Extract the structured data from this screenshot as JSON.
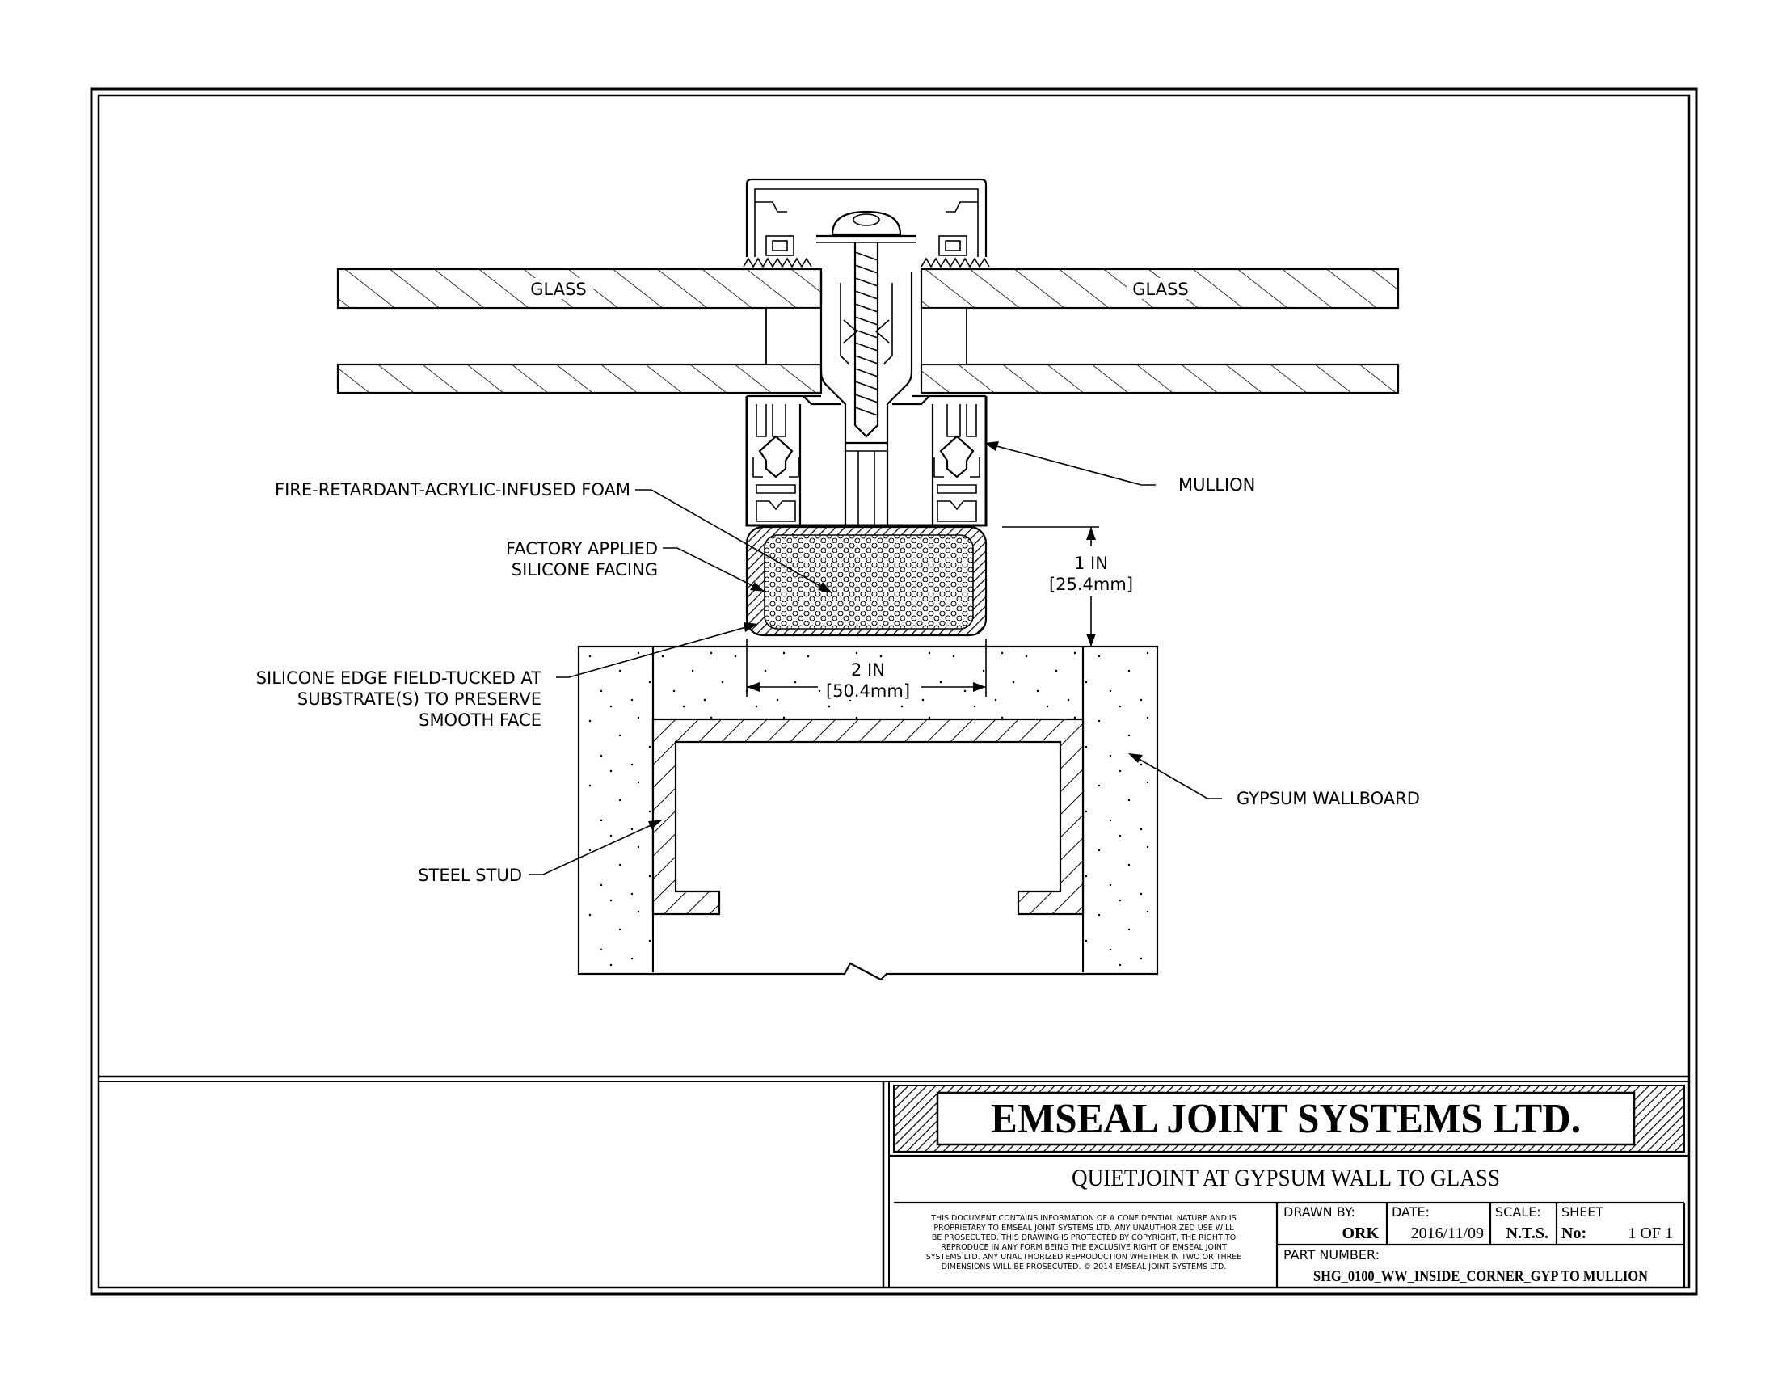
{
  "drawing": {
    "glass_left": "GLASS",
    "glass_right": "GLASS",
    "labels": {
      "foam": "FIRE-RETARDANT-ACRYLIC-INFUSED FOAM",
      "facing_1": "FACTORY APPLIED",
      "facing_2": "SILICONE FACING",
      "edge_1": "SILICONE EDGE FIELD-TUCKED AT",
      "edge_2": "SUBSTRATE(S) TO PRESERVE",
      "edge_3": "SMOOTH FACE",
      "stud": "STEEL STUD",
      "mullion": "MULLION",
      "gypsum": "GYPSUM WALLBOARD"
    },
    "dim_vertical": {
      "imperial": "1 IN",
      "metric": "[25.4mm]"
    },
    "dim_horizontal": {
      "imperial": "2 IN",
      "metric": "[50.4mm]"
    }
  },
  "title_block": {
    "company": "EMSEAL JOINT SYSTEMS LTD.",
    "title": "QUIETJOINT AT GYPSUM WALL TO GLASS",
    "disclaimer": [
      "THIS DOCUMENT CONTAINS INFORMATION OF A CONFIDENTIAL NATURE AND IS",
      "PROPRIETARY TO EMSEAL JOINT SYSTEMS LTD. ANY UNAUTHORIZED USE WILL",
      "BE PROSECUTED. THIS DRAWING IS PROTECTED BY COPYRIGHT, THE RIGHT TO",
      "REPRODUCE IN ANY FORM BEING THE EXCLUSIVE RIGHT OF EMSEAL JOINT",
      "SYSTEMS LTD. ANY UNAUTHORIZED REPRODUCTION WHETHER IN TWO OR THREE",
      "DIMENSIONS WILL BE PROSECUTED. © 2014 EMSEAL JOINT SYSTEMS LTD."
    ],
    "drawn_by_label": "DRAWN BY:",
    "drawn_by": "ORK",
    "date_label": "DATE:",
    "date": "2016/11/09",
    "scale_label": "SCALE:",
    "scale": "N.T.S.",
    "sheet_label": "SHEET",
    "sheet_no_label": "No:",
    "sheet_no": "1 OF 1",
    "part_number_label": "PART NUMBER:",
    "part_number": "SHG_0100_WW_INSIDE_CORNER_GYP TO MULLION"
  }
}
